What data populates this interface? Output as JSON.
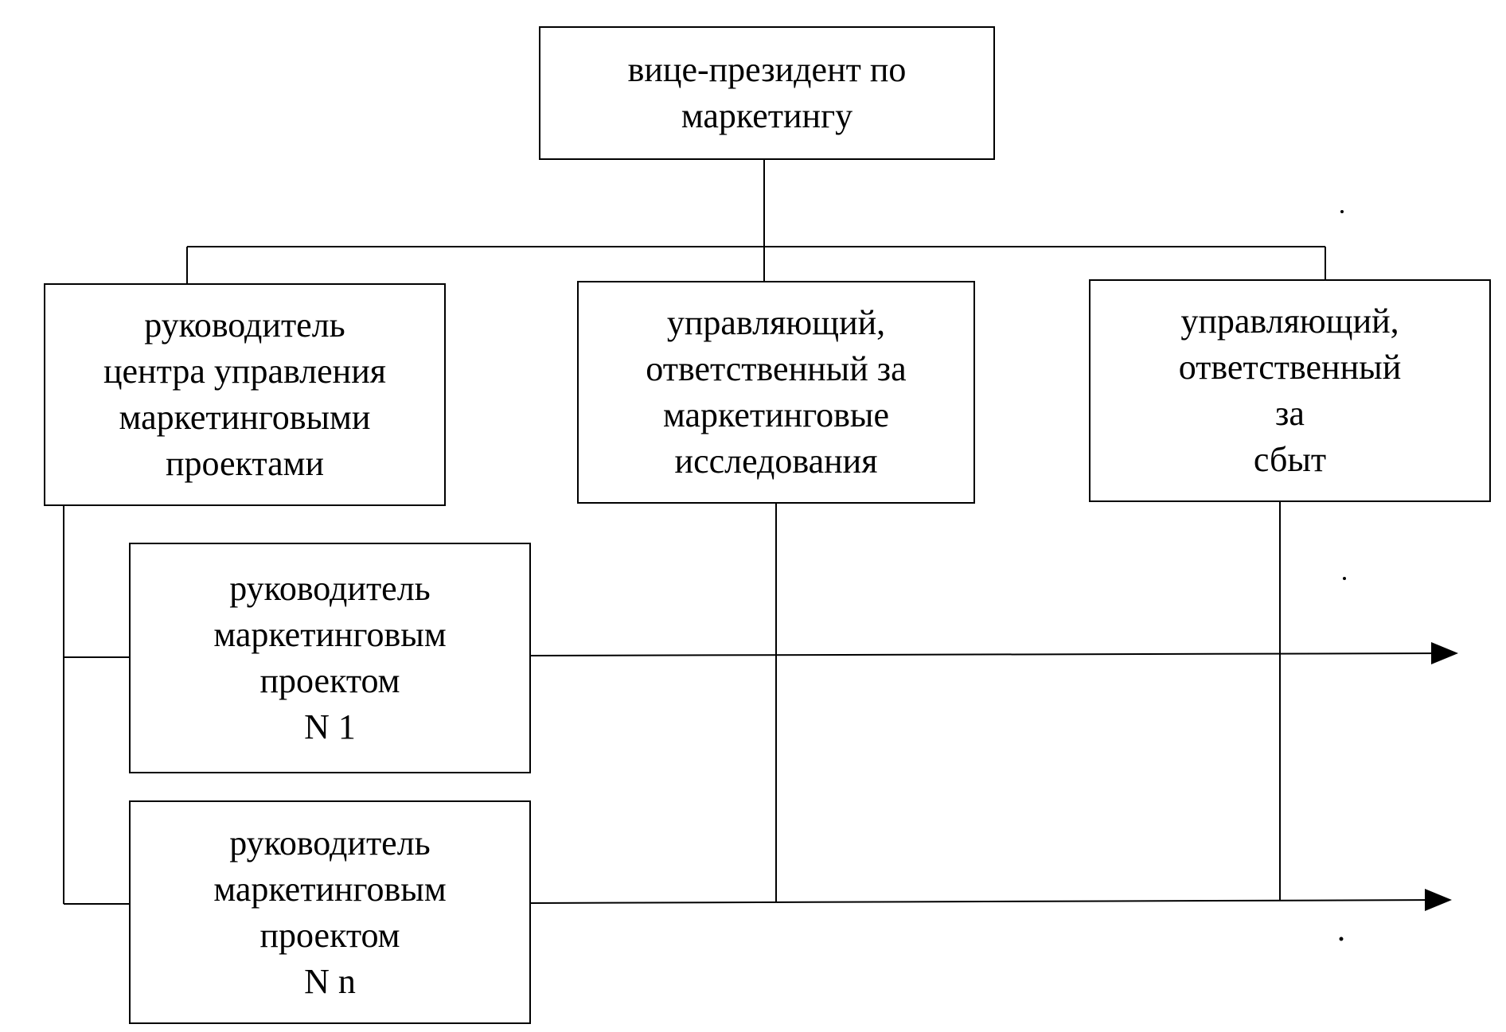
{
  "nodes": {
    "vp": {
      "lines": [
        "вице-президент по",
        "маркетингу"
      ]
    },
    "center_head": {
      "lines": [
        "руководитель",
        "центра управления",
        "маркетинговыми",
        "проектами"
      ]
    },
    "research_mgr": {
      "lines": [
        "управляющий,",
        "ответственный за",
        "маркетинговые",
        "исследования"
      ]
    },
    "sales_mgr": {
      "lines": [
        "управляющий,",
        "ответственный",
        "за",
        "сбыт"
      ]
    },
    "project_1": {
      "lines": [
        "руководитель",
        "маркетинговым",
        "проектом",
        "N 1"
      ]
    },
    "project_n": {
      "lines": [
        "руководитель",
        "маркетинговым",
        "проектом",
        "N n"
      ]
    }
  },
  "colors": {
    "line": "#000000",
    "box_border": "#000000",
    "background": "#ffffff"
  }
}
